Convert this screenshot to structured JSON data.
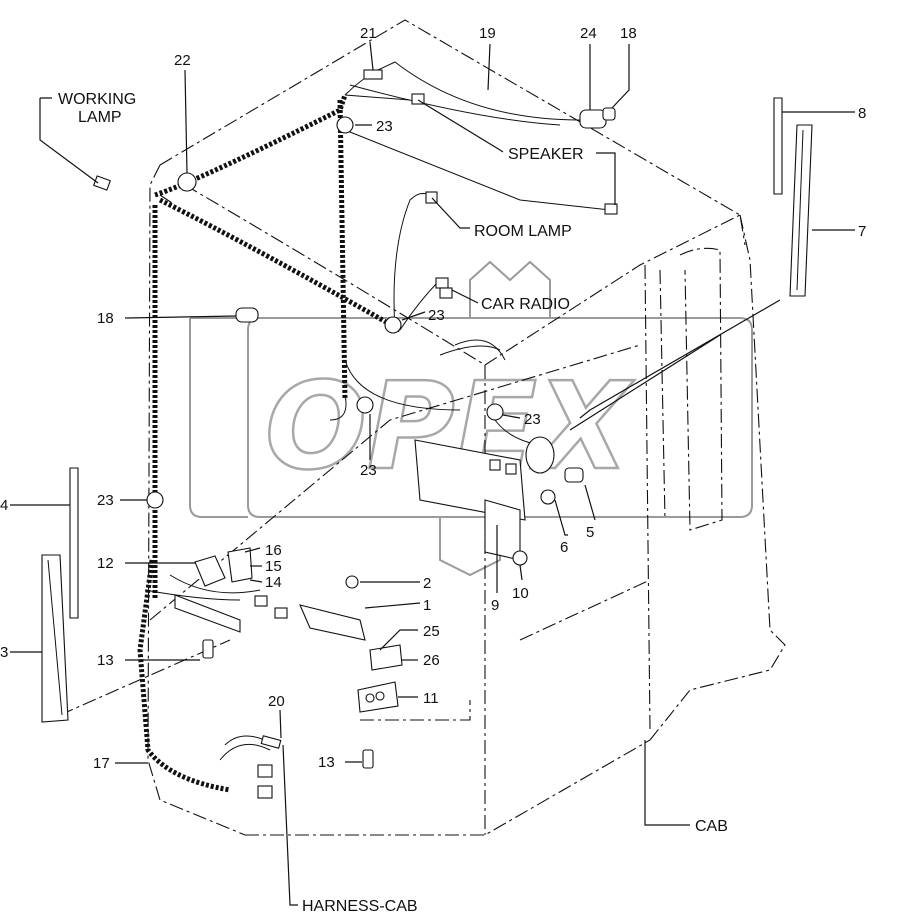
{
  "callouts": {
    "n1": "1",
    "n2": "2",
    "n3": "3",
    "n4": "4",
    "n5": "5",
    "n6": "6",
    "n7": "7",
    "n8": "8",
    "n9": "9",
    "n10": "10",
    "n11": "11",
    "n12": "12",
    "n13a": "13",
    "n13b": "13",
    "n14": "14",
    "n15": "15",
    "n16": "16",
    "n17": "17",
    "n18a": "18",
    "n18b": "18",
    "n19": "19",
    "n20": "20",
    "n21": "21",
    "n22": "22",
    "n23a": "23",
    "n23b": "23",
    "n23c": "23",
    "n23d": "23",
    "n23e": "23",
    "n24": "24",
    "n25": "25",
    "n26": "26"
  },
  "labels": {
    "working_lamp_1": "WORKING",
    "working_lamp_2": "LAMP",
    "speaker": "SPEAKER",
    "room_lamp": "ROOM LAMP",
    "car_radio": "CAR RADIO",
    "cab": "CAB",
    "harness_cab": "HARNESS-CAB"
  },
  "watermark": "OPEX"
}
